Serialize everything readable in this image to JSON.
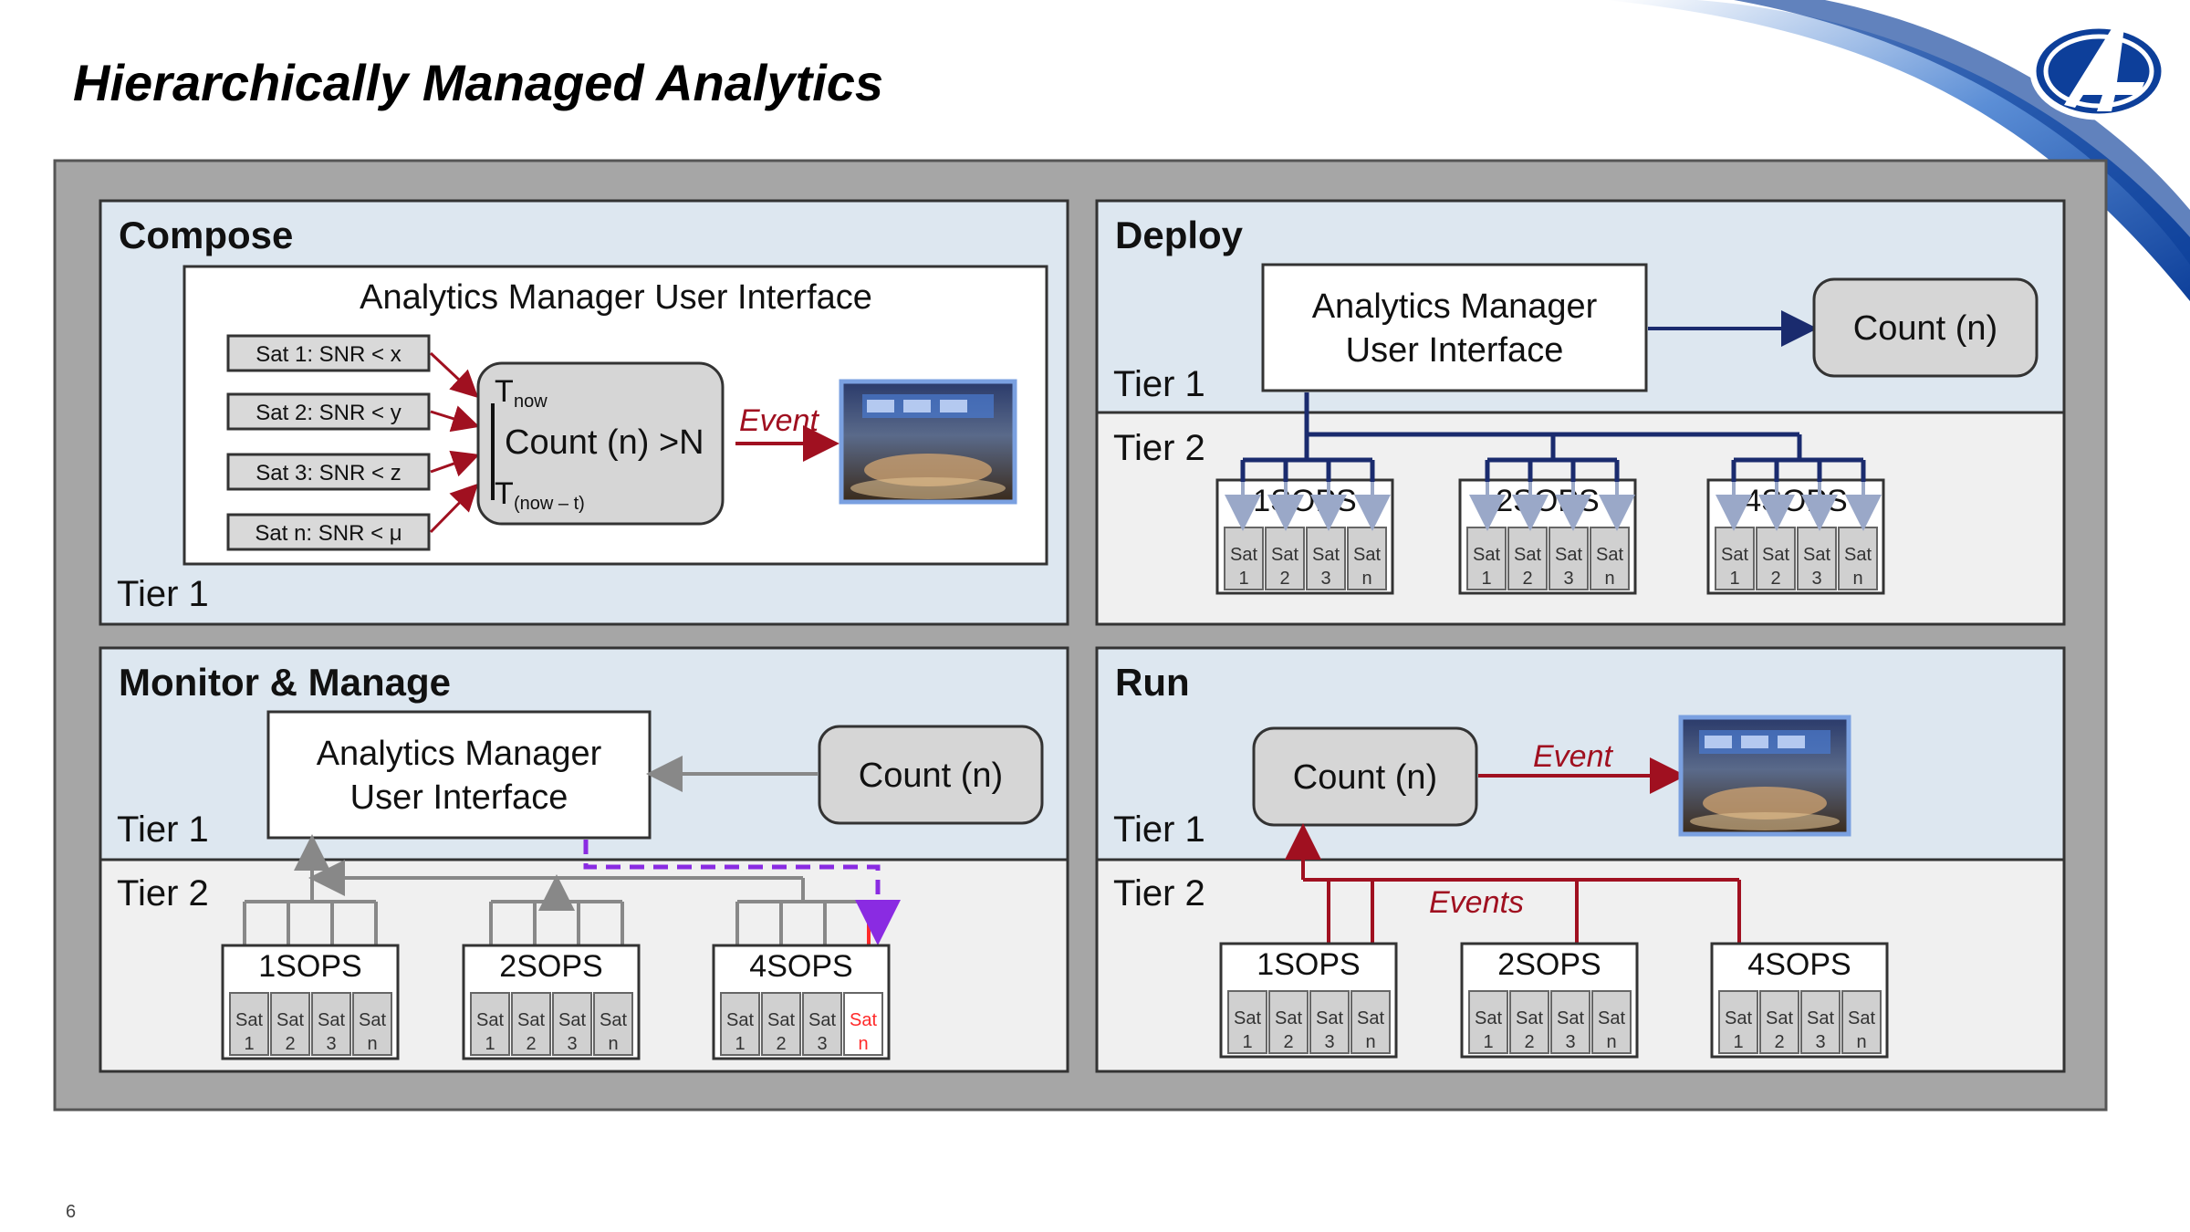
{
  "slide": {
    "title": "Hierarchically  Managed Analytics",
    "page_number": "6",
    "colors": {
      "navy": "#1a2b6e",
      "darkred": "#a01020",
      "purple": "#8a2be2",
      "gray_arrow": "#8a8a8a",
      "frame": "#999999",
      "panel_tier1": "#dde7f0",
      "panel_tier2": "#f0f0f0"
    }
  },
  "compose": {
    "title": "Compose",
    "ui_title": "Analytics Manager User Interface",
    "conditions": [
      "Sat 1: SNR < x",
      "Sat 2: SNR < y",
      "Sat 3: SNR < z",
      "Sat n: SNR < μ"
    ],
    "t_now": "T",
    "t_now_sub": "now",
    "rule": "Count (n) >N",
    "t_window": "T",
    "t_window_sub": "(now – t)",
    "event": "Event",
    "tier": "Tier 1"
  },
  "deploy": {
    "title": "Deploy",
    "ui_line1": "Analytics Manager",
    "ui_line2": "User Interface",
    "count": "Count (n)",
    "tier1": "Tier 1",
    "tier2": "Tier 2",
    "sops": [
      {
        "name": "1SOPS",
        "sats": [
          [
            "Sat",
            "1"
          ],
          [
            "Sat",
            "2"
          ],
          [
            "Sat",
            "3"
          ],
          [
            "Sat",
            "n"
          ]
        ]
      },
      {
        "name": "2SOPS",
        "sats": [
          [
            "Sat",
            "1"
          ],
          [
            "Sat",
            "2"
          ],
          [
            "Sat",
            "3"
          ],
          [
            "Sat",
            "n"
          ]
        ]
      },
      {
        "name": "4SOPS",
        "sats": [
          [
            "Sat",
            "1"
          ],
          [
            "Sat",
            "2"
          ],
          [
            "Sat",
            "3"
          ],
          [
            "Sat",
            "n"
          ]
        ]
      }
    ]
  },
  "monitor": {
    "title": "Monitor & Manage",
    "ui_line1": "Analytics Manager",
    "ui_line2": "User Interface",
    "count": "Count (n)",
    "tier1": "Tier 1",
    "tier2": "Tier 2",
    "sops": [
      {
        "name": "1SOPS",
        "sats": [
          [
            "Sat",
            "1"
          ],
          [
            "Sat",
            "2"
          ],
          [
            "Sat",
            "3"
          ],
          [
            "Sat",
            "n"
          ]
        ]
      },
      {
        "name": "2SOPS",
        "sats": [
          [
            "Sat",
            "1"
          ],
          [
            "Sat",
            "2"
          ],
          [
            "Sat",
            "3"
          ],
          [
            "Sat",
            "n"
          ]
        ]
      },
      {
        "name": "4SOPS",
        "sats": [
          [
            "Sat",
            "1"
          ],
          [
            "Sat",
            "2"
          ],
          [
            "Sat",
            "3"
          ],
          [
            "Sat",
            "n"
          ]
        ]
      }
    ]
  },
  "run": {
    "title": "Run",
    "count": "Count (n)",
    "event": "Event",
    "events": "Events",
    "tier1": "Tier 1",
    "tier2": "Tier 2",
    "sops": [
      {
        "name": "1SOPS",
        "sats": [
          [
            "Sat",
            "1"
          ],
          [
            "Sat",
            "2"
          ],
          [
            "Sat",
            "3"
          ],
          [
            "Sat",
            "n"
          ]
        ]
      },
      {
        "name": "2SOPS",
        "sats": [
          [
            "Sat",
            "1"
          ],
          [
            "Sat",
            "2"
          ],
          [
            "Sat",
            "3"
          ],
          [
            "Sat",
            "n"
          ]
        ]
      },
      {
        "name": "4SOPS",
        "sats": [
          [
            "Sat",
            "1"
          ],
          [
            "Sat",
            "2"
          ],
          [
            "Sat",
            "3"
          ],
          [
            "Sat",
            "n"
          ]
        ]
      }
    ]
  }
}
